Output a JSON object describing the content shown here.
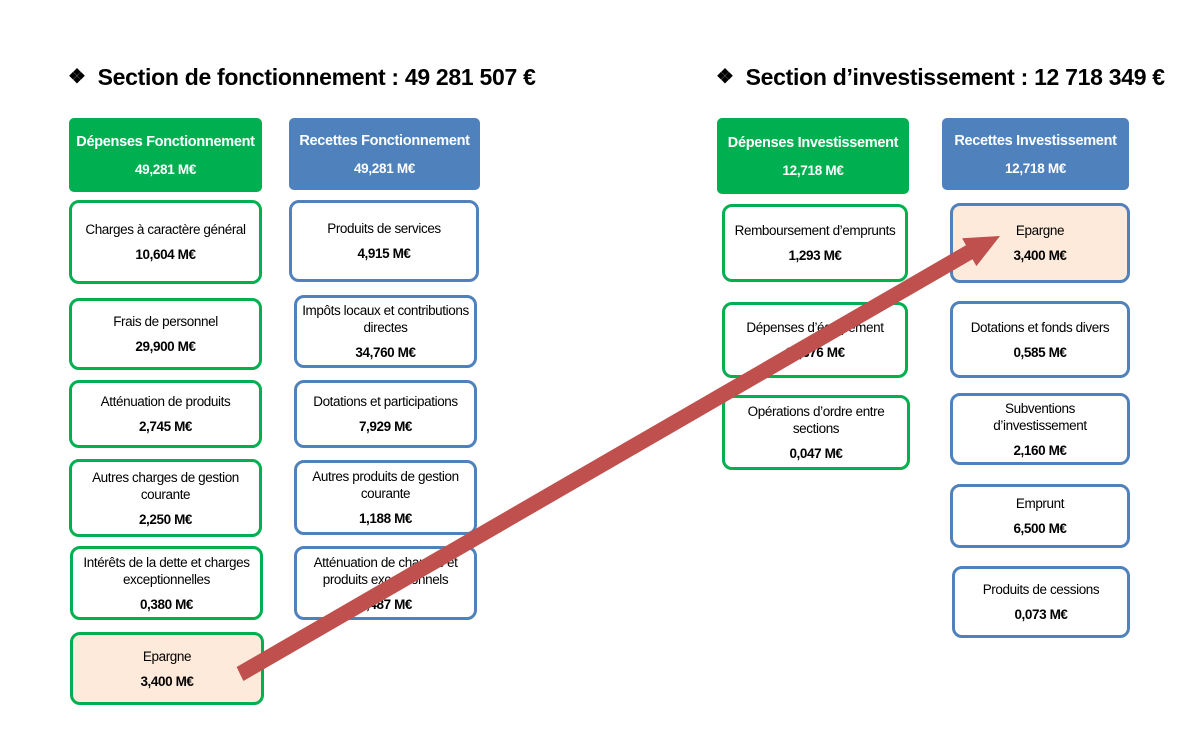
{
  "fonctionnement": {
    "title": "Section de fonctionnement : 49 281 507 €",
    "depenses_header": {
      "label": "Dépenses Fonctionnement",
      "amount": "49,281 M€"
    },
    "recettes_header": {
      "label": "Recettes Fonctionnement",
      "amount": "49,281 M€"
    },
    "depenses": [
      {
        "label": "Charges à caractère général",
        "amount": "10,604 M€"
      },
      {
        "label": "Frais de personnel",
        "amount": "29,900 M€"
      },
      {
        "label": "Atténuation de produits",
        "amount": "2,745 M€"
      },
      {
        "label": "Autres charges de gestion courante",
        "amount": "2,250 M€"
      },
      {
        "label": "Intérêts de la dette et charges exceptionnelles",
        "amount": "0,380 M€"
      },
      {
        "label": "Epargne",
        "amount": "3,400 M€"
      }
    ],
    "recettes": [
      {
        "label": "Produits de services",
        "amount": "4,915 M€"
      },
      {
        "label": "Impôts locaux et contributions directes",
        "amount": "34,760 M€"
      },
      {
        "label": "Dotations et participations",
        "amount": "7,929 M€"
      },
      {
        "label": "Autres produits de gestion courante",
        "amount": "1,188 M€"
      },
      {
        "label": "Atténuation de charges et produits exceptionnels",
        "amount": "0,487 M€"
      }
    ]
  },
  "investissement": {
    "title": "Section d’investissement : 12 718 349 €",
    "depenses_header": {
      "label": "Dépenses Investissement",
      "amount": "12,718 M€"
    },
    "recettes_header": {
      "label": "Recettes Investissement",
      "amount": "12,718 M€"
    },
    "depenses": [
      {
        "label": "Remboursement d’emprunts",
        "amount": "1,293 M€"
      },
      {
        "label": "Dépenses d’équipement",
        "amount": "11,376 M€"
      },
      {
        "label": "Opérations d’ordre entre sections",
        "amount": "0,047 M€"
      }
    ],
    "recettes": [
      {
        "label": "Epargne",
        "amount": "3,400 M€"
      },
      {
        "label": "Dotations et fonds divers",
        "amount": "0,585 M€"
      },
      {
        "label": "Subventions d’investissement",
        "amount": "2,160 M€"
      },
      {
        "label": "Emprunt",
        "amount": "6,500 M€"
      },
      {
        "label": "Produits de cessions",
        "amount": "0,073 M€"
      }
    ]
  },
  "bullet_icon": "four-diamond-bullet-icon",
  "colors": {
    "green": "#00b050",
    "blue": "#4f81bd",
    "arrow": "#c0504d",
    "epargne_fill": "#fdeada"
  }
}
